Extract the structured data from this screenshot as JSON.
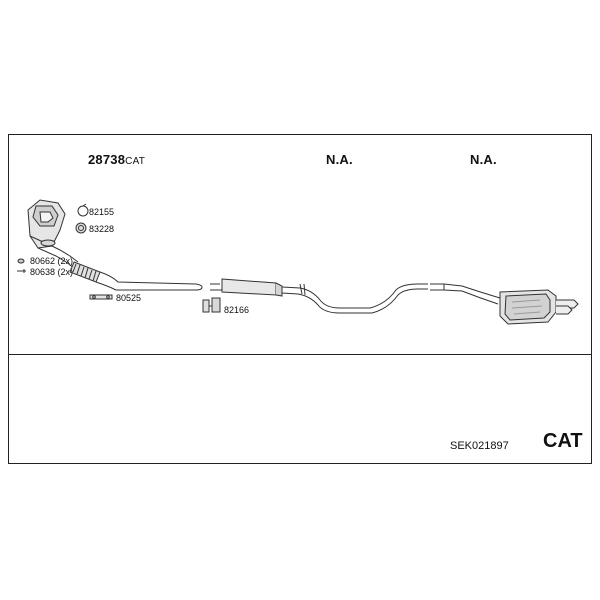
{
  "header": {
    "section1_number": "28738",
    "section1_suffix": "CAT",
    "section2_label": "N.A.",
    "section3_label": "N.A."
  },
  "parts": {
    "p82155": "82155",
    "p83228": "83228",
    "p80662": "80662 (2x)",
    "p80638": "80638 (2x)",
    "p80525": "80525",
    "p82166": "82166"
  },
  "footer": {
    "set_code": "SEK021897",
    "cat_label": "CAT"
  }
}
